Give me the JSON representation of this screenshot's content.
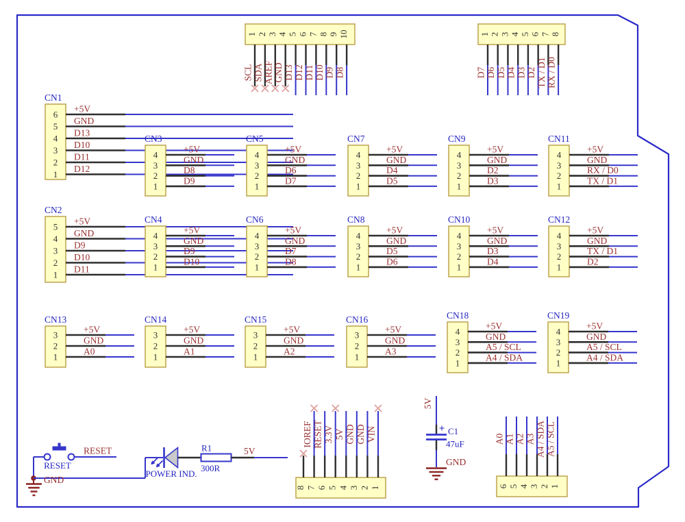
{
  "colors": {
    "outline": "#2a2ac8",
    "wire": "#3535cc",
    "pin": "#2e2e2e",
    "box_fill": "#ffffc6",
    "box_border": "#b89c44",
    "connector_name": "#2424c0",
    "net_label": "#993030",
    "component_label": "#2424c0",
    "ground": "#8b2222",
    "no_connect": "#dd9b9b",
    "led_fill": "#c9c9c9",
    "pin_number": "#333333"
  },
  "connectors": [
    {
      "name": "CN1",
      "pins": [
        {
          "n": "6",
          "label": "+5V"
        },
        {
          "n": "5",
          "label": "GND"
        },
        {
          "n": "4",
          "label": "D13"
        },
        {
          "n": "3",
          "label": "D10"
        },
        {
          "n": "2",
          "label": "D11"
        },
        {
          "n": "1",
          "label": "D12"
        }
      ]
    },
    {
      "name": "CN2",
      "pins": [
        {
          "n": "5",
          "label": "+5V"
        },
        {
          "n": "4",
          "label": "GND"
        },
        {
          "n": "3",
          "label": "D9"
        },
        {
          "n": "2",
          "label": "D10"
        },
        {
          "n": "1",
          "label": "D11"
        }
      ]
    },
    {
      "name": "CN3",
      "pins": [
        {
          "n": "4",
          "label": "+5V"
        },
        {
          "n": "3",
          "label": "GND"
        },
        {
          "n": "2",
          "label": "D8"
        },
        {
          "n": "1",
          "label": "D9"
        }
      ]
    },
    {
      "name": "CN4",
      "pins": [
        {
          "n": "4",
          "label": "+5V"
        },
        {
          "n": "3",
          "label": "GND"
        },
        {
          "n": "2",
          "label": "D9"
        },
        {
          "n": "1",
          "label": "D10"
        }
      ]
    },
    {
      "name": "CN5",
      "pins": [
        {
          "n": "4",
          "label": "+5V"
        },
        {
          "n": "3",
          "label": "GND"
        },
        {
          "n": "2",
          "label": "D6"
        },
        {
          "n": "1",
          "label": "D7"
        }
      ]
    },
    {
      "name": "CN6",
      "pins": [
        {
          "n": "4",
          "label": "+5V"
        },
        {
          "n": "3",
          "label": "GND"
        },
        {
          "n": "2",
          "label": "D7"
        },
        {
          "n": "1",
          "label": "D8"
        }
      ]
    },
    {
      "name": "CN7",
      "pins": [
        {
          "n": "4",
          "label": "+5V"
        },
        {
          "n": "3",
          "label": "GND"
        },
        {
          "n": "2",
          "label": "D4"
        },
        {
          "n": "1",
          "label": "D5"
        }
      ]
    },
    {
      "name": "CN8",
      "pins": [
        {
          "n": "4",
          "label": "+5V"
        },
        {
          "n": "3",
          "label": "GND"
        },
        {
          "n": "2",
          "label": "D5"
        },
        {
          "n": "1",
          "label": "D6"
        }
      ]
    },
    {
      "name": "CN9",
      "pins": [
        {
          "n": "4",
          "label": "+5V"
        },
        {
          "n": "3",
          "label": "GND"
        },
        {
          "n": "2",
          "label": "D2"
        },
        {
          "n": "1",
          "label": "D3"
        }
      ]
    },
    {
      "name": "CN10",
      "pins": [
        {
          "n": "4",
          "label": "+5V"
        },
        {
          "n": "3",
          "label": "GND"
        },
        {
          "n": "2",
          "label": "D3"
        },
        {
          "n": "1",
          "label": "D4"
        }
      ]
    },
    {
      "name": "CN11",
      "pins": [
        {
          "n": "4",
          "label": "+5V"
        },
        {
          "n": "3",
          "label": "GND"
        },
        {
          "n": "2",
          "label": "RX / D0"
        },
        {
          "n": "1",
          "label": "TX / D1"
        }
      ]
    },
    {
      "name": "CN12",
      "pins": [
        {
          "n": "4",
          "label": "+5V"
        },
        {
          "n": "3",
          "label": "GND"
        },
        {
          "n": "2",
          "label": "TX / D1"
        },
        {
          "n": "1",
          "label": "D2"
        }
      ]
    },
    {
      "name": "CN13",
      "pins": [
        {
          "n": "3",
          "label": "+5V"
        },
        {
          "n": "2",
          "label": "GND"
        },
        {
          "n": "1",
          "label": "A0"
        }
      ]
    },
    {
      "name": "CN14",
      "pins": [
        {
          "n": "3",
          "label": "+5V"
        },
        {
          "n": "2",
          "label": "GND"
        },
        {
          "n": "1",
          "label": "A1"
        }
      ]
    },
    {
      "name": "CN15",
      "pins": [
        {
          "n": "3",
          "label": "+5V"
        },
        {
          "n": "2",
          "label": "GND"
        },
        {
          "n": "1",
          "label": "A2"
        }
      ]
    },
    {
      "name": "CN16",
      "pins": [
        {
          "n": "3",
          "label": "+5V"
        },
        {
          "n": "2",
          "label": "GND"
        },
        {
          "n": "1",
          "label": "A3"
        }
      ]
    },
    {
      "name": "CN18",
      "pins": [
        {
          "n": "4",
          "label": "+5V"
        },
        {
          "n": "3",
          "label": "GND"
        },
        {
          "n": "2",
          "label": "A5 / SCL"
        },
        {
          "n": "1",
          "label": "A4 / SDA"
        }
      ]
    },
    {
      "name": "CN19",
      "pins": [
        {
          "n": "4",
          "label": "+5V"
        },
        {
          "n": "3",
          "label": "GND"
        },
        {
          "n": "2",
          "label": "A5 / SCL"
        },
        {
          "n": "1",
          "label": "A4 / SDA"
        }
      ]
    }
  ],
  "headers": {
    "top_left": {
      "pins": [
        {
          "n": "1",
          "label": "SCL",
          "nc": true
        },
        {
          "n": "2",
          "label": "SDA",
          "nc": true
        },
        {
          "n": "3",
          "label": "AREF",
          "nc": true
        },
        {
          "n": "4",
          "label": "GND",
          "nc": true
        },
        {
          "n": "5",
          "label": "D13"
        },
        {
          "n": "6",
          "label": "D12"
        },
        {
          "n": "7",
          "label": "D11"
        },
        {
          "n": "8",
          "label": "D10"
        },
        {
          "n": "9",
          "label": "D9"
        },
        {
          "n": "10",
          "label": "D8"
        }
      ]
    },
    "top_right": {
      "pins": [
        {
          "n": "1",
          "label": "D7"
        },
        {
          "n": "2",
          "label": "D6"
        },
        {
          "n": "3",
          "label": "D5"
        },
        {
          "n": "4",
          "label": "D4"
        },
        {
          "n": "5",
          "label": "D3"
        },
        {
          "n": "6",
          "label": "D2"
        },
        {
          "n": "7",
          "label": "TX / D1"
        },
        {
          "n": "8",
          "label": "RX / D0"
        }
      ]
    },
    "bottom_left": {
      "pins": [
        {
          "n": "8",
          "label": "",
          "nc": true
        },
        {
          "n": "7",
          "label": "IOREF",
          "nc": true
        },
        {
          "n": "6",
          "label": "RESET"
        },
        {
          "n": "5",
          "label": "3.3V",
          "nc": true
        },
        {
          "n": "4",
          "label": "5V"
        },
        {
          "n": "3",
          "label": "GND"
        },
        {
          "n": "2",
          "label": "GND"
        },
        {
          "n": "1",
          "label": "VIN",
          "nc": true
        }
      ]
    },
    "bottom_right": {
      "pins": [
        {
          "n": "6",
          "label": "A0"
        },
        {
          "n": "5",
          "label": "A1"
        },
        {
          "n": "4",
          "label": "A2"
        },
        {
          "n": "3",
          "label": "A3"
        },
        {
          "n": "2",
          "label": "A4 / SDA"
        },
        {
          "n": "1",
          "label": "A5 / SCL"
        }
      ]
    }
  },
  "power": {
    "reset_button_label": "RESET",
    "reset_net_label": "RESET",
    "gnd_label": "GND",
    "led_label": "POWER IND.",
    "resistor_ref": "R1",
    "resistor_value": "300R",
    "supply_label": "5V"
  },
  "capacitor": {
    "ref": "C1",
    "value": "47uF",
    "plus": "+",
    "top_net": "5V",
    "bottom_net": "GND"
  }
}
